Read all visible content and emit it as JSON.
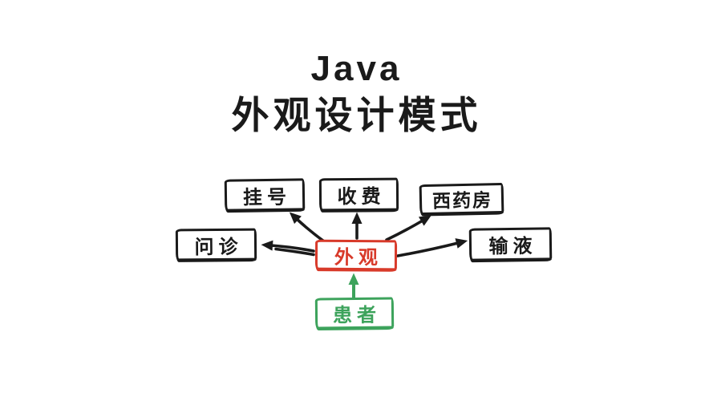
{
  "page": {
    "title_line1": "Java",
    "title_line2": "外观设计模式"
  },
  "colors": {
    "ink": "#1a1a1a",
    "facade_red": "#d83a2a",
    "patient_green": "#3da35c",
    "background": "#ffffff"
  },
  "diagram": {
    "facade": {
      "id": "facade",
      "label": "外观"
    },
    "client": {
      "id": "patient",
      "label": "患者"
    },
    "subsystems": [
      {
        "id": "registration",
        "label": "挂号"
      },
      {
        "id": "billing",
        "label": "收费"
      },
      {
        "id": "pharmacy",
        "label": "西药房"
      },
      {
        "id": "consultation",
        "label": "问诊"
      },
      {
        "id": "infusion",
        "label": "输液"
      }
    ],
    "edges": [
      {
        "from": "facade",
        "to": "registration"
      },
      {
        "from": "facade",
        "to": "billing"
      },
      {
        "from": "facade",
        "to": "pharmacy"
      },
      {
        "from": "facade",
        "to": "consultation"
      },
      {
        "from": "facade",
        "to": "infusion"
      },
      {
        "from": "patient",
        "to": "facade"
      }
    ]
  }
}
